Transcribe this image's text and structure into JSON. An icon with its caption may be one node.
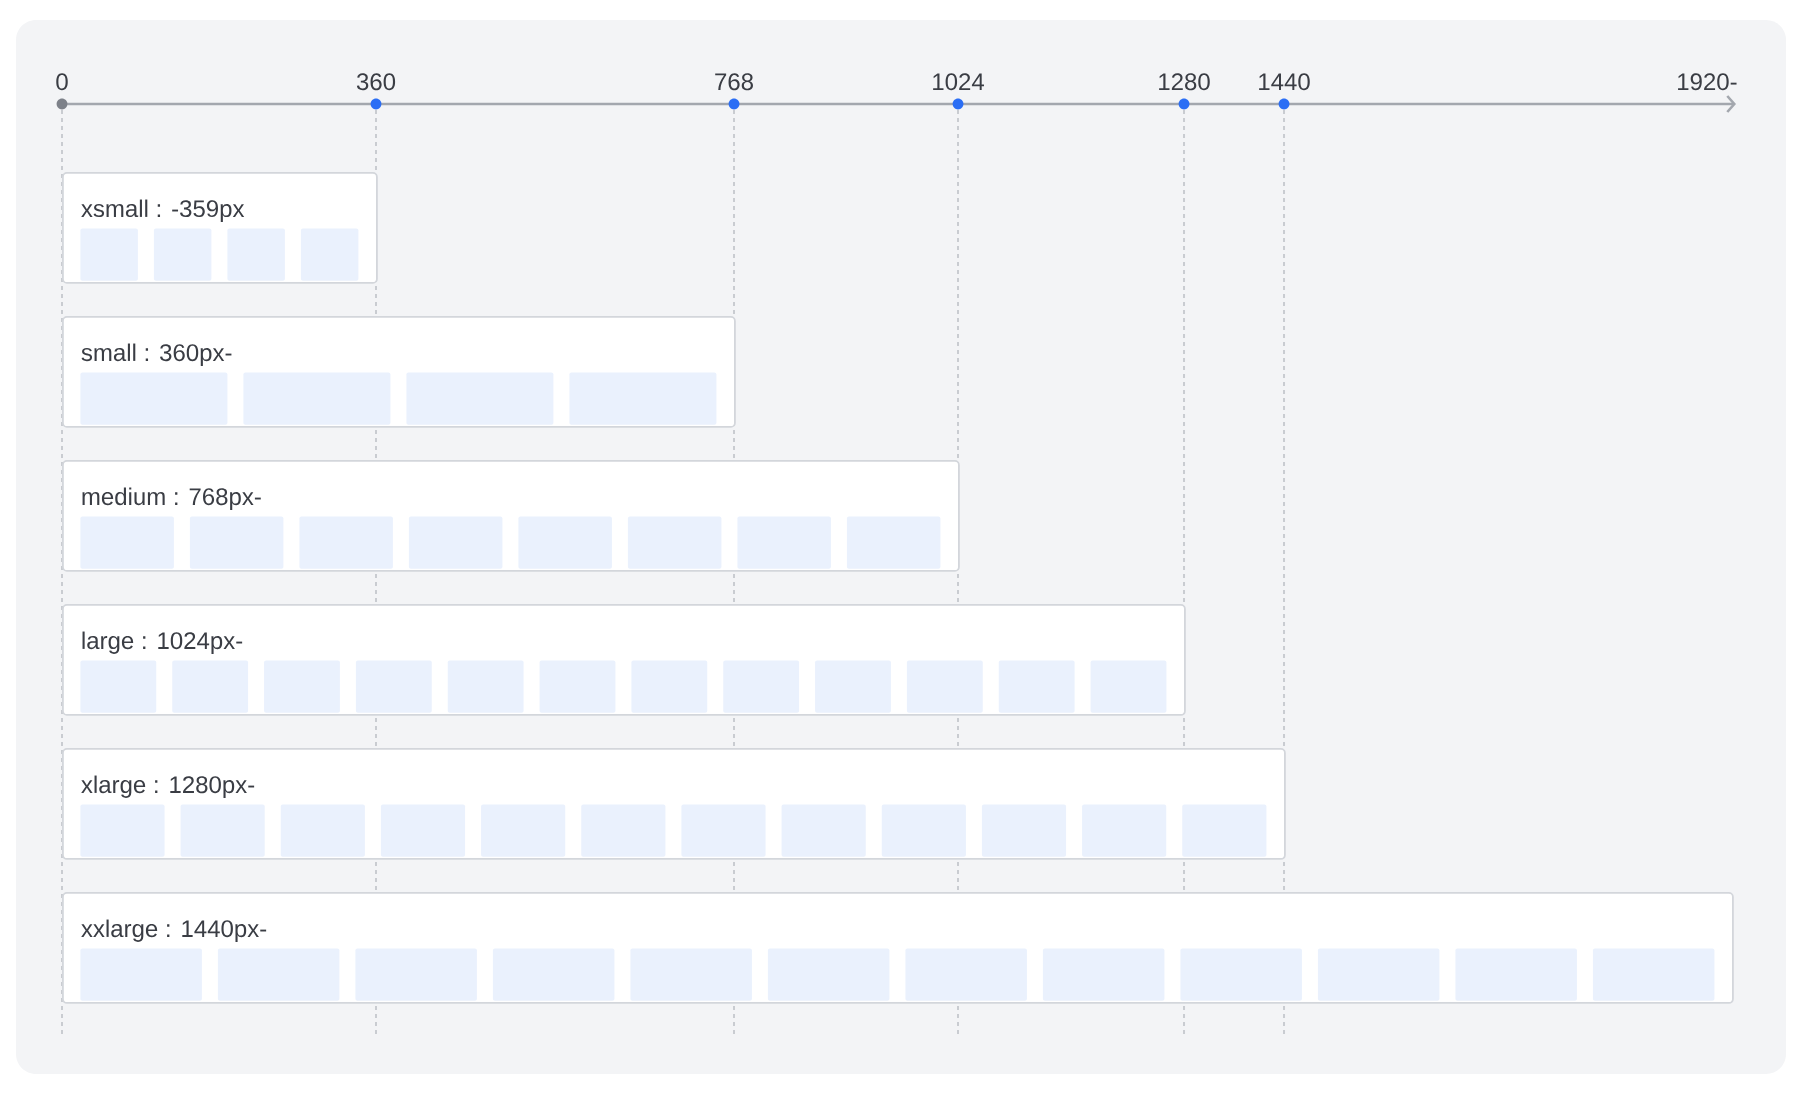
{
  "diagram": {
    "nodes": [
      {
        "text": [
          "xsmall : -359px"
        ]
      },
      {
        "text": [],
        "shape": "box",
        "in": 0
      },
      {
        "text": [],
        "shape": "box",
        "in": 0
      },
      {
        "text": [],
        "shape": "box",
        "in": 0
      },
      {
        "text": [],
        "shape": "box",
        "in": 0
      },
      {
        "text": [
          "small : 360px-"
        ]
      },
      {
        "text": [],
        "shape": "box",
        "in": 5
      },
      {
        "text": [],
        "shape": "box",
        "in": 5
      },
      {
        "text": [],
        "shape": "box",
        "in": 5
      },
      {
        "text": [],
        "shape": "box",
        "in": 5
      },
      {
        "text": [
          "medium : 768px-"
        ]
      },
      {
        "text": [],
        "shape": "box",
        "in": 10
      },
      {
        "text": [],
        "shape": "box",
        "in": 10
      },
      {
        "text": [],
        "shape": "box",
        "in": 10
      },
      {
        "text": [],
        "shape": "box",
        "in": 10
      },
      {
        "text": [],
        "shape": "box",
        "in": 10
      },
      {
        "text": [],
        "shape": "box",
        "in": 10
      },
      {
        "text": [],
        "shape": "box",
        "in": 10
      },
      {
        "text": [],
        "shape": "box",
        "in": 10
      },
      {
        "text": [
          "large : 1024px-"
        ]
      },
      {
        "text": [],
        "shape": "box",
        "in": 19
      },
      {
        "text": [],
        "shape": "box",
        "in": 19
      },
      {
        "text": [],
        "shape": "box",
        "in": 19
      },
      {
        "text": [],
        "shape": "box",
        "in": 19
      },
      {
        "text": [],
        "shape": "box",
        "in": 19
      },
      {
        "text": [],
        "shape": "box",
        "in": 19
      },
      {
        "text": [],
        "shape": "box",
        "in": 19
      },
      {
        "text": [],
        "shape": "box",
        "in": 19
      },
      {
        "text": [],
        "shape": "box",
        "in": 19
      },
      {
        "text": [],
        "shape": "box",
        "in": 19
      },
      {
        "text": [],
        "shape": "box",
        "in": 19
      },
      {
        "text": [],
        "shape": "box",
        "in": 19
      },
      {
        "text": [
          "xlarge : 1280px-"
        ]
      },
      {
        "text": [],
        "shape": "box",
        "in": 32
      },
      {
        "text": [],
        "shape": "box",
        "in": 32
      },
      {
        "text": [],
        "shape": "box",
        "in": 32
      },
      {
        "text": [],
        "shape": "box",
        "in": 32
      },
      {
        "text": [],
        "shape": "box",
        "in": 32
      },
      {
        "text": [],
        "shape": "box",
        "in": 32
      },
      {
        "text": [],
        "shape": "box",
        "in": 32
      },
      {
        "text": [],
        "shape": "box",
        "in": 32
      },
      {
        "text": [],
        "shape": "box",
        "in": 32
      },
      {
        "text": [],
        "shape": "box",
        "in": 32
      },
      {
        "text": [],
        "shape": "box",
        "in": 32
      },
      {
        "text": [],
        "shape": "box",
        "in": 32
      },
      {
        "text": [
          "xxlarge : 1440px-"
        ]
      },
      {
        "text": [],
        "shape": "box",
        "in": 45
      },
      {
        "text": [],
        "shape": "box",
        "in": 45
      },
      {
        "text": [],
        "shape": "box",
        "in": 45
      },
      {
        "text": [],
        "shape": "box",
        "in": 45
      },
      {
        "text": [],
        "shape": "box",
        "in": 45
      },
      {
        "text": [],
        "shape": "box",
        "in": 45
      },
      {
        "text": [],
        "shape": "box",
        "in": 45
      },
      {
        "text": [],
        "shape": "box",
        "in": 45
      },
      {
        "text": [],
        "shape": "box",
        "in": 45
      },
      {
        "text": [],
        "shape": "box",
        "in": 45
      },
      {
        "text": [],
        "shape": "box",
        "in": 45
      },
      {
        "text": [],
        "shape": "box",
        "in": 45
      }
    ],
    "labels": [
      "0",
      "360",
      "768",
      "1024",
      "1280",
      "1440",
      "1920-"
    ]
  }
}
